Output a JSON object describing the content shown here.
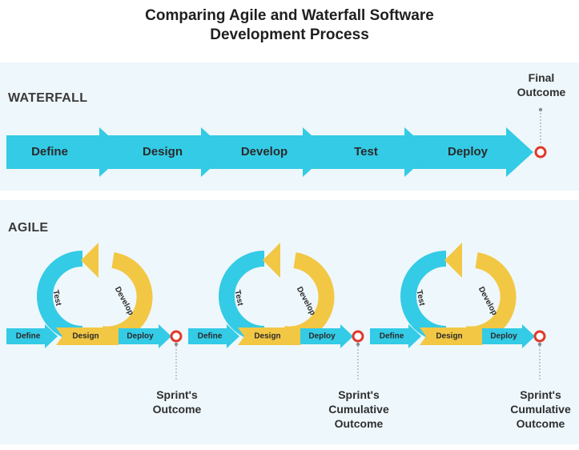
{
  "title_line1": "Comparing Agile and Waterfall Software",
  "title_line2": "Development Process",
  "waterfall": {
    "label": "WATERFALL",
    "steps": [
      "Define",
      "Design",
      "Develop",
      "Test",
      "Deploy"
    ],
    "final_label_line1": "Final",
    "final_label_line2": "Outcome"
  },
  "agile": {
    "label": "AGILE",
    "sprints": [
      {
        "define": "Define",
        "design": "Design",
        "deploy": "Deploy",
        "test": "Test",
        "develop": "Develop",
        "outcome_lines": [
          "Sprint's",
          "Outcome"
        ]
      },
      {
        "define": "Define",
        "design": "Design",
        "deploy": "Deploy",
        "test": "Test",
        "develop": "Develop",
        "outcome_lines": [
          "Sprint's",
          "Cumulative",
          "Outcome"
        ]
      },
      {
        "define": "Define",
        "design": "Design",
        "deploy": "Deploy",
        "test": "Test",
        "develop": "Develop",
        "outcome_lines": [
          "Sprint's",
          "Cumulative",
          "Outcome"
        ]
      }
    ]
  },
  "colors": {
    "cyan": "#33cbe6",
    "yellow": "#f2c744",
    "marker": "#e0392b",
    "band": "#eef7fb"
  }
}
